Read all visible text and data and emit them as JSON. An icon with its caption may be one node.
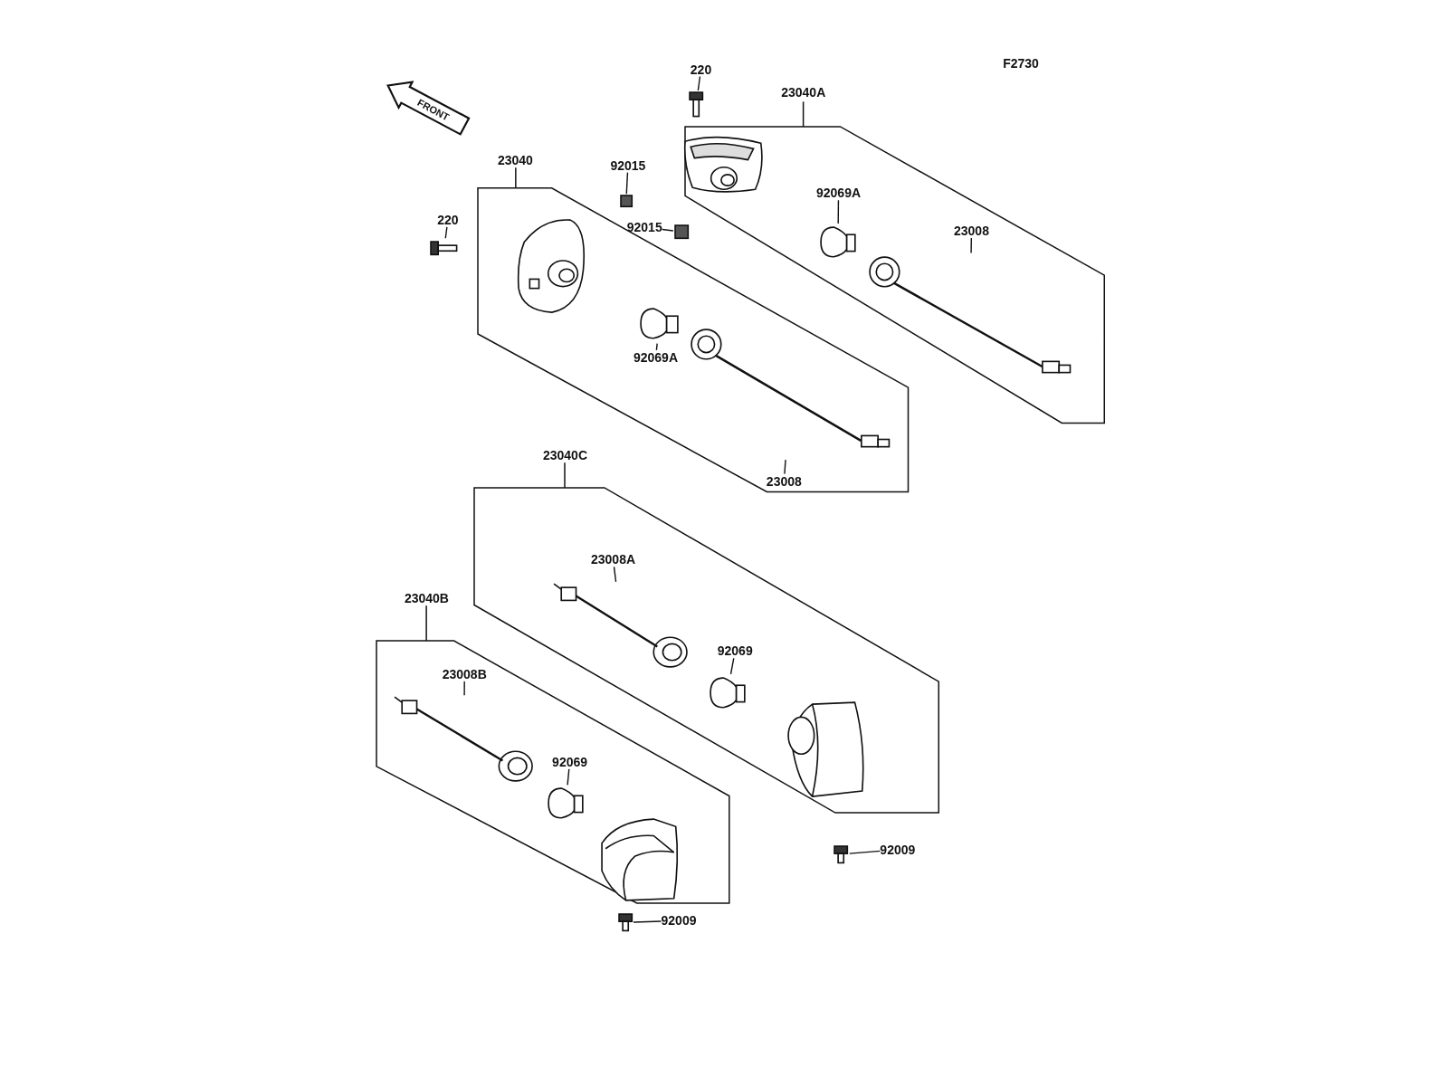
{
  "diagram": {
    "nodes": [
      {
        "text": [
          "23040A"
        ]
      },
      {
        "text": [],
        "shape": "picture",
        "in": 0
      },
      {
        "text": [
          "92069A"
        ],
        "in": 0
      },
      {
        "text": [],
        "shape": "bulb",
        "in": 0
      },
      {
        "text": [
          "23008"
        ],
        "in": 0
      },
      {
        "text": [],
        "shape": "picture",
        "in": 0
      },
      {
        "text": [
          "23040"
        ]
      },
      {
        "text": [],
        "shape": "picture",
        "in": 6
      },
      {
        "text": [],
        "shape": "bulb",
        "in": 6
      },
      {
        "text": [
          "92069A"
        ],
        "in": 6
      },
      {
        "text": [],
        "shape": "picture",
        "in": 6
      },
      {
        "text": [
          "23008"
        ],
        "in": 6
      },
      {
        "text": [
          "23040C"
        ]
      },
      {
        "text": [
          "23008A"
        ],
        "in": 12
      },
      {
        "text": [],
        "shape": "picture",
        "in": 12
      },
      {
        "text": [
          "92069"
        ],
        "in": 12
      },
      {
        "text": [],
        "shape": "bulb",
        "in": 12
      },
      {
        "text": [],
        "shape": "picture",
        "in": 12
      },
      {
        "text": [
          "23040B"
        ]
      },
      {
        "text": [
          "23008B"
        ],
        "in": 18
      },
      {
        "text": [],
        "shape": "picture",
        "in": 18
      },
      {
        "text": [
          "92069"
        ],
        "in": 18
      },
      {
        "text": [],
        "shape": "bulb",
        "in": 18
      },
      {
        "text": [],
        "shape": "picture",
        "in": 18
      },
      {
        "text": [
          "220"
        ]
      },
      {
        "text": [],
        "shape": "picture"
      },
      {
        "text": [
          "220"
        ]
      },
      {
        "text": [],
        "shape": "picture"
      },
      {
        "text": [
          "92015"
        ]
      },
      {
        "text": [],
        "shape": "box"
      },
      {
        "text": [
          "92015"
        ]
      },
      {
        "text": [],
        "shape": "box"
      },
      {
        "text": [
          "92009"
        ]
      },
      {
        "text": [],
        "shape": "picture"
      },
      {
        "text": [
          "92009"
        ]
      },
      {
        "text": [],
        "shape": "picture"
      },
      {
        "text": [
          "FRONT"
        ]
      }
    ],
    "edges": [
      {
        "from": 2,
        "to": 3,
        "arrow": "none"
      },
      {
        "from": 4,
        "to": 5,
        "arrow": "none"
      },
      {
        "from": 9,
        "to": 8,
        "arrow": "none"
      },
      {
        "from": 11,
        "to": 10,
        "arrow": "none"
      },
      {
        "from": 13,
        "to": 14,
        "arrow": "none"
      },
      {
        "from": 15,
        "to": 16,
        "arrow": "none"
      },
      {
        "from": 19,
        "to": 20,
        "arrow": "none"
      },
      {
        "from": 21,
        "to": 22,
        "arrow": "none"
      },
      {
        "from": 24,
        "to": 25,
        "arrow": "none"
      },
      {
        "from": 26,
        "to": 27,
        "arrow": "none"
      },
      {
        "from": 28,
        "to": 29,
        "arrow": "none"
      },
      {
        "from": 30,
        "to": 31,
        "arrow": "none"
      },
      {
        "from": 32,
        "to": 33,
        "arrow": "none"
      },
      {
        "from": 34,
        "to": 35,
        "arrow": "none"
      }
    ],
    "labels": [
      "F2730"
    ]
  }
}
